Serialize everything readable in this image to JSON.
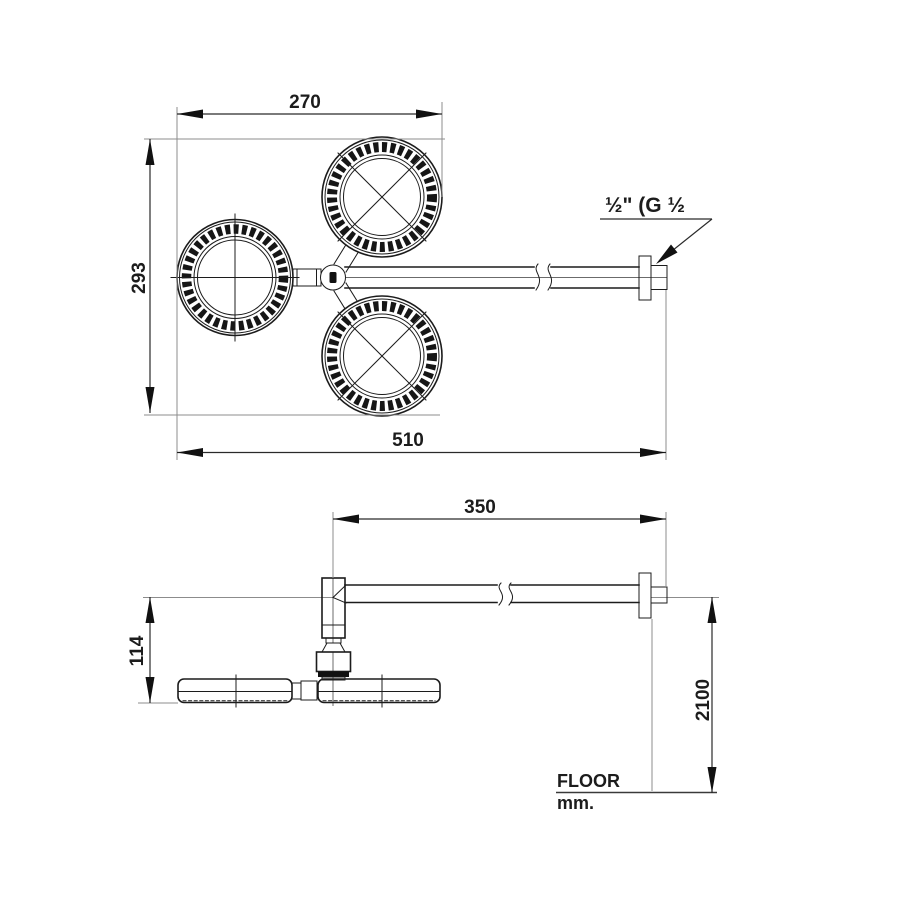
{
  "drawing": {
    "top_view": {
      "width_mm": "270",
      "height_mm": "293",
      "total_width_mm": "510",
      "thread_label": "½\" (G ½"
    },
    "side_view": {
      "arm_length_mm": "350",
      "head_drop_mm": "114",
      "floor_height_mm": "2100",
      "floor_label": "FLOOR",
      "units_label": "mm."
    }
  },
  "colors": {
    "line": "#1c1c1c",
    "dimension": "#2a2a2a",
    "reference": "#8c8c8c",
    "background": "#ffffff"
  }
}
